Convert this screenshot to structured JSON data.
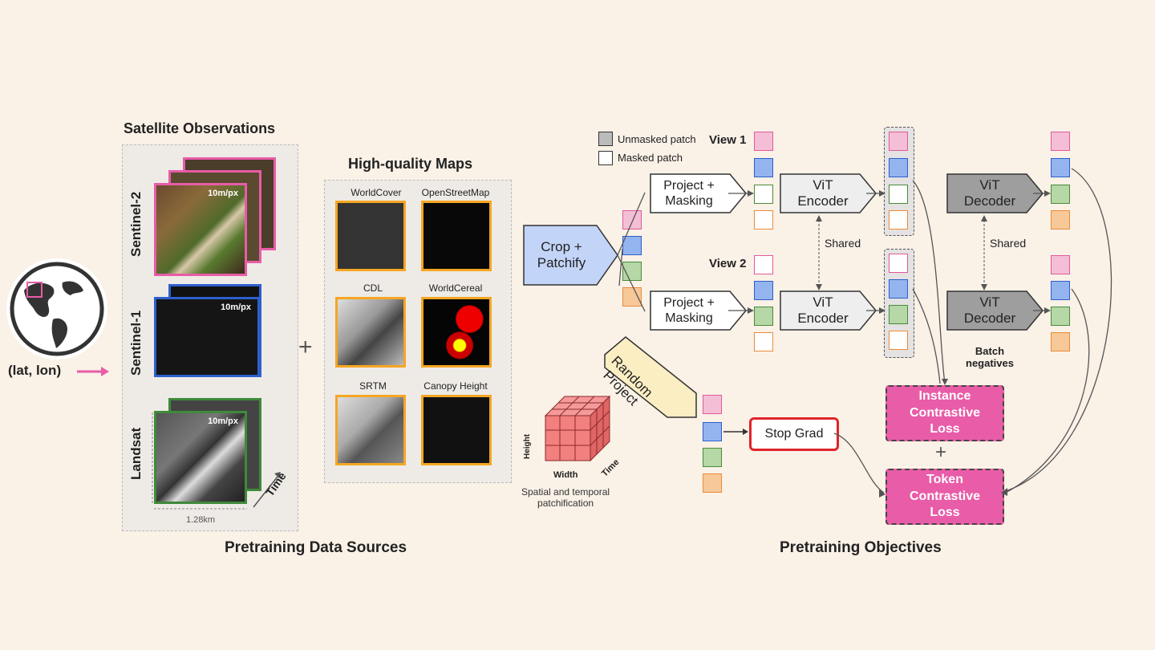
{
  "left": {
    "globe_label": "(lat, lon)",
    "satellite_title": "Satellite Observations",
    "sources": [
      {
        "name": "Sentinel-2",
        "resolution": "10m/px",
        "color": "#e85ca8"
      },
      {
        "name": "Sentinel-1",
        "resolution": "10m/px",
        "color": "#2d5fcc"
      },
      {
        "name": "Landsat",
        "resolution": "10m/px",
        "color": "#3f8a3a"
      }
    ],
    "time_label": "Time",
    "scale_label": "1.28km",
    "plus": "+",
    "maps_title": "High-quality Maps",
    "maps": [
      {
        "name": "WorldCover"
      },
      {
        "name": "OpenStreetMap"
      },
      {
        "name": "CDL"
      },
      {
        "name": "WorldCereal"
      },
      {
        "name": "SRTM"
      },
      {
        "name": "Canopy Height"
      }
    ],
    "section_label": "Pretraining Data Sources"
  },
  "right": {
    "legend": {
      "unmasked": "Unmasked patch",
      "masked": "Masked patch"
    },
    "crop": "Crop +\nPatchify",
    "view1": "View 1",
    "view2": "View 2",
    "project_masking": "Project +\nMasking",
    "vit_encoder": "ViT\nEncoder",
    "vit_decoder": "ViT\nDecoder",
    "shared": "Shared",
    "random_project": "Random\nProject",
    "stop_grad": "Stop Grad",
    "batch_negatives": "Batch\nnegatives",
    "instance_loss": "Instance\nContrastive\nLoss",
    "token_loss": "Token\nContrastive\nLoss",
    "cube": {
      "height": "Height",
      "width": "Width",
      "time": "Time",
      "caption": "Spatial and temporal\npatchification"
    },
    "section_label": "Pretraining Objectives"
  },
  "colors": {
    "pink": "#e85ca8",
    "blue": "#2d5fcc",
    "green": "#3f8a3a",
    "orange": "#f5a623",
    "background": "#faf1e7"
  }
}
